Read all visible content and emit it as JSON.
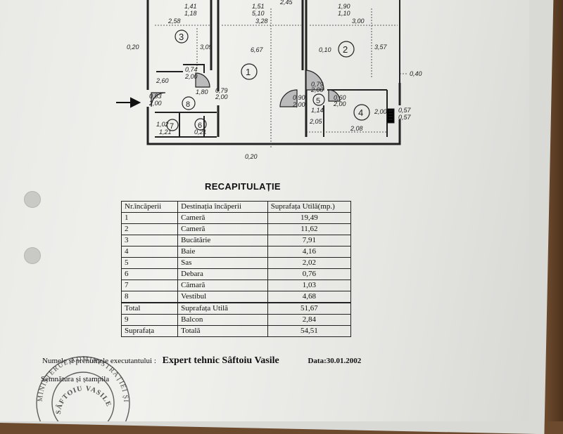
{
  "floor_plan": {
    "rooms": [
      {
        "number": "1",
        "label_area": "5,10",
        "label_width": "3,28",
        "label_height": "6,67",
        "label_top": "1,51"
      },
      {
        "number": "2",
        "label_area": "1,10",
        "label_width": "3,00",
        "label_height": "3,57",
        "label_top": "1,90"
      },
      {
        "number": "3",
        "label_width": "2,58",
        "label_height": "3,09",
        "label_top": "1,41",
        "label_top2": "1,18"
      },
      {
        "number": "4",
        "label_width": "2,08",
        "label_height": "2,00"
      },
      {
        "number": "5",
        "label_door": "0,90",
        "label_door2": "2,00",
        "label_dim": "1,14"
      },
      {
        "number": "6",
        "label_dim": "0,21"
      },
      {
        "number": "7",
        "label_dim": "1,02",
        "label_dim2": "1,21"
      },
      {
        "number": "8",
        "label_door": "0,83",
        "label_door2": "2,00"
      }
    ],
    "dims": {
      "d020_left": "0,20",
      "d020_bottom": "0,20",
      "d010": "0,10",
      "d040": "0,40",
      "d260": "2,60",
      "d180": "1,80",
      "d079": "0,79",
      "d200a": "2,00",
      "d074": "0,74",
      "d200b": "2,00",
      "d079b": "0,79",
      "d200c": "2,00",
      "d060": "0,60",
      "d200d": "2,00",
      "d205": "2,05",
      "d057": "0,57",
      "d057b": "0,57",
      "d245": "2,45"
    }
  },
  "recap": {
    "title": "RECAPITULAȚIE",
    "headers": [
      "Nr.încăperii",
      "Destinația încăperii",
      "Suprafața Utilă(mp.)"
    ],
    "rows": [
      {
        "nr": "1",
        "dest": "Cameră",
        "area": "19,49"
      },
      {
        "nr": "2",
        "dest": "Cameră",
        "area": "11,62"
      },
      {
        "nr": "3",
        "dest": "Bucătărie",
        "area": "7,91"
      },
      {
        "nr": "4",
        "dest": "Baie",
        "area": "4,16"
      },
      {
        "nr": "5",
        "dest": "Sas",
        "area": "2,02"
      },
      {
        "nr": "6",
        "dest": "Debara",
        "area": "0,76"
      },
      {
        "nr": "7",
        "dest": "Cămară",
        "area": "1,03"
      },
      {
        "nr": "8",
        "dest": "Vestibul",
        "area": "4,68"
      }
    ],
    "total_row": {
      "c1": "Total",
      "c2": "Suprafața Utilă",
      "c3": "51,67"
    },
    "balcony_row": {
      "c1": "9",
      "c2": "Balcon",
      "c3": "2,84"
    },
    "grand_total_row": {
      "c1": "Suprafața",
      "c2": "Totală",
      "c3": "54,51"
    }
  },
  "footer": {
    "executant_label": "Numele și prenumele executantului :",
    "executant_name": "Expert tehnic Sâftoiu Vasile",
    "date": "Data:30.01.2002",
    "signature_label": "Semnătura și ștampila"
  },
  "stamp": {
    "outer_text": "MINISTERUL ADMINISTRAȚIEI ȘI INTERNELOR",
    "inner_text": "SÂFTOIU VASILE"
  }
}
